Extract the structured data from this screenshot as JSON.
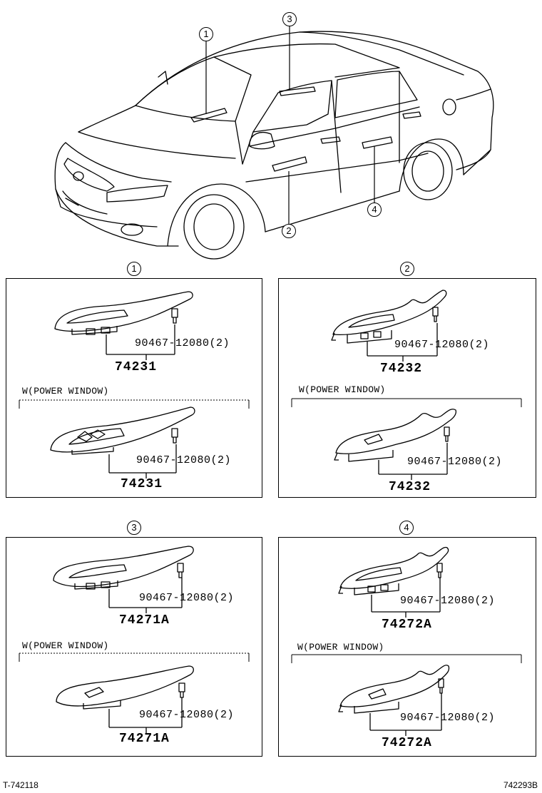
{
  "car_callouts": [
    "1",
    "3",
    "2",
    "4"
  ],
  "panels": [
    {
      "ref": "1",
      "upper": {
        "bolt": "90467-12080(2)",
        "part": "74231"
      },
      "variant": "W(POWER WINDOW)",
      "lower": {
        "bolt": "90467-12080(2)",
        "part": "74231"
      }
    },
    {
      "ref": "2",
      "upper": {
        "bolt": "90467-12080(2)",
        "part": "74232"
      },
      "variant": "W(POWER WINDOW)",
      "lower": {
        "bolt": "90467-12080(2)",
        "part": "74232"
      }
    },
    {
      "ref": "3",
      "upper": {
        "bolt": "90467-12080(2)",
        "part": "74271A"
      },
      "variant": "W(POWER WINDOW)",
      "lower": {
        "bolt": "90467-12080(2)",
        "part": "74271A"
      }
    },
    {
      "ref": "4",
      "upper": {
        "bolt": "90467-12080(2)",
        "part": "74272A"
      },
      "variant": "W(POWER WINDOW)",
      "lower": {
        "bolt": "90467-12080(2)",
        "part": "74272A"
      }
    }
  ],
  "footer": {
    "left": "T-742118",
    "right": "742293B"
  }
}
